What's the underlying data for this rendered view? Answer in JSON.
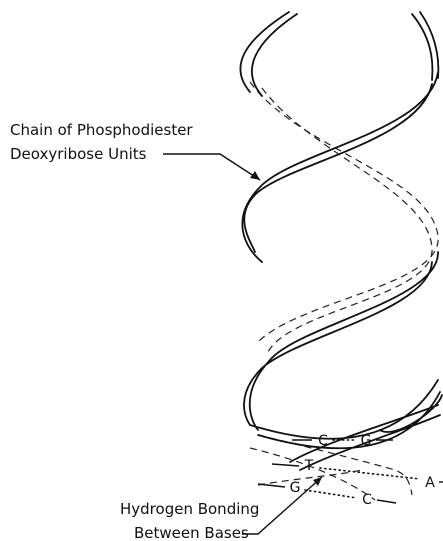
{
  "labels": {
    "chain_line1": "Chain of Phosphodiester",
    "chain_line2": "Deoxyribose Units",
    "hbond_line1": "Hydrogen Bonding",
    "hbond_line2": "Between Bases"
  },
  "base_pairs": [
    {
      "left": "C",
      "right": "G"
    },
    {
      "left": "T",
      "right": "A"
    },
    {
      "left": "G",
      "right": "C"
    }
  ]
}
